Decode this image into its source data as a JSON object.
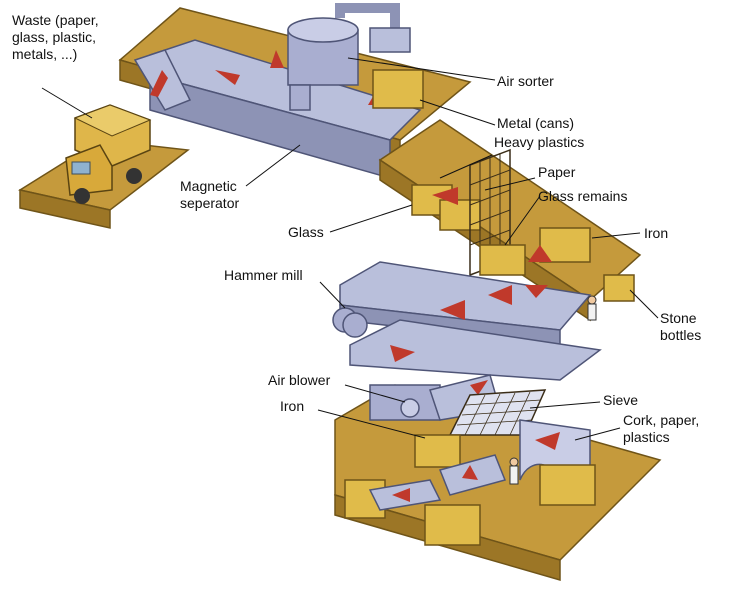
{
  "labels": {
    "waste": "Waste (paper,\nglass, plastic,\nmetals, ...)",
    "air_sorter": "Air sorter",
    "metal_cans": "Metal (cans)",
    "heavy_plastics": "Heavy plastics",
    "paper": "Paper",
    "glass_remains": "Glass remains",
    "magnetic_separator": "Magnetic\nseperator",
    "glass": "Glass",
    "iron_top": "Iron",
    "hammer_mill": "Hammer mill",
    "stone_bottles": "Stone\nbottles",
    "air_blower": "Air blower",
    "sieve": "Sieve",
    "iron_bottom": "Iron",
    "cork_paper_plastics": "Cork, paper,\nplastics"
  },
  "colors": {
    "platform": "#c59a3c",
    "platform_dark": "#9c7626",
    "belt": "#b9bfdb",
    "belt_dark": "#8d93b5",
    "arrow": "#c0392b",
    "bin": "#e0bb4a"
  }
}
